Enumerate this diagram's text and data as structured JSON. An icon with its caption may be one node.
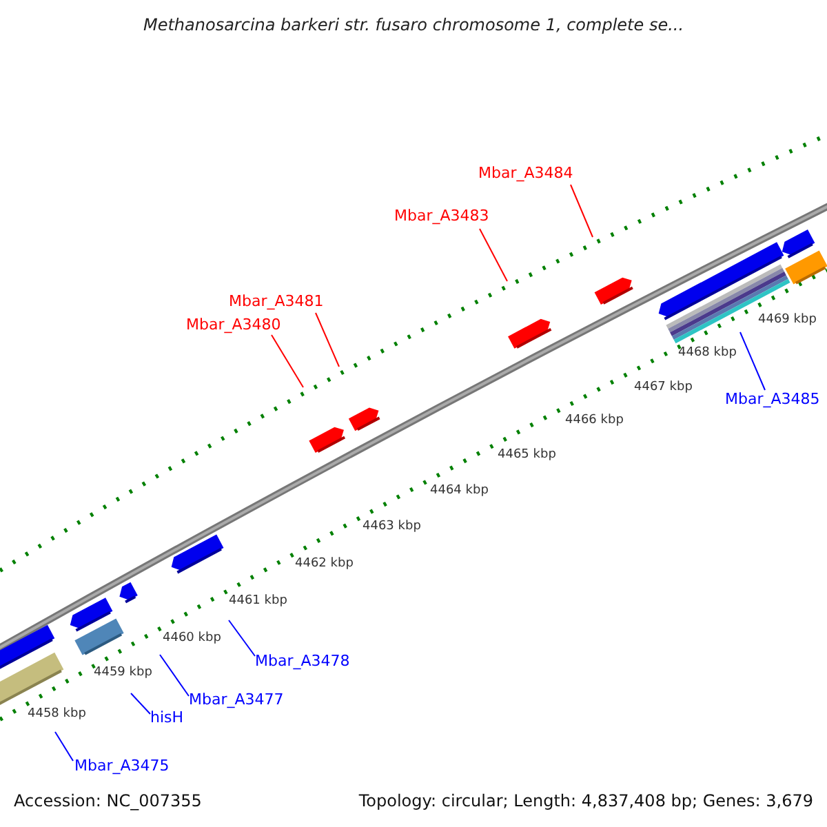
{
  "diagram": {
    "title": "Methanosarcina barkeri str. fusaro chromosome 1, complete se...",
    "nodes": [
      {
        "text": [
          "Mbar_A3484"
        ]
      },
      {
        "text": [
          "Mbar_A3483"
        ]
      },
      {
        "text": [
          "Mbar_A3481"
        ]
      },
      {
        "text": [
          "Mbar_A3480"
        ]
      },
      {
        "text": [
          "Mbar_A3485"
        ]
      },
      {
        "text": [
          "Mbar_A3478"
        ]
      },
      {
        "text": [
          "Mbar_A3477"
        ]
      },
      {
        "text": [
          "hisH"
        ]
      },
      {
        "text": [
          "Mbar_A3475"
        ]
      }
    ],
    "edges": [
      {
        "from": 0,
        "to": null,
        "arrow": "none",
        "color": "#ff0000"
      },
      {
        "from": 1,
        "to": null,
        "arrow": "none",
        "color": "#ff0000"
      },
      {
        "from": 2,
        "to": null,
        "arrow": "none",
        "color": "#ff0000"
      },
      {
        "from": 3,
        "to": null,
        "arrow": "none",
        "color": "#ff0000"
      },
      {
        "from": 4,
        "to": null,
        "arrow": "none"
      },
      {
        "from": 5,
        "to": null,
        "arrow": "none"
      },
      {
        "from": 6,
        "to": null,
        "arrow": "none"
      },
      {
        "from": 7,
        "to": null,
        "arrow": "none"
      },
      {
        "from": 8,
        "to": null,
        "arrow": "none"
      }
    ],
    "labels": [
      "4469 kbp",
      "4468 kbp",
      "4467 kbp",
      "4466 kbp",
      "4465 kbp",
      "4464 kbp",
      "4463 kbp",
      "4462 kbp",
      "4461 kbp",
      "4460 kbp",
      "4459 kbp",
      "4458 kbp",
      "Accession: NC_007355",
      "Topology: circular; Length: 4,837,408 bp; Genes: 3,679"
    ]
  }
}
